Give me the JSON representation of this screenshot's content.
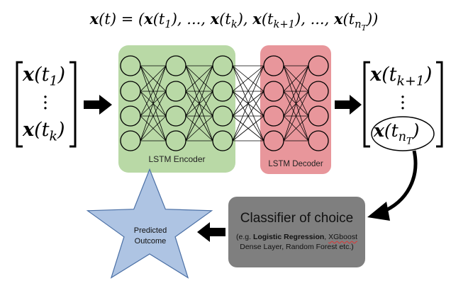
{
  "title_equation": {
    "lhs": "x(t) = (",
    "items": [
      "x(t",
      "1",
      "), ..., x(t",
      "k",
      "), x(t",
      "k+1",
      "), ..., x(t",
      "n",
      "T",
      "))"
    ]
  },
  "input_vector": {
    "top": "x(t",
    "top_sub": "1",
    "bottom": "x(t",
    "bottom_sub": "k",
    "dots": "⋮"
  },
  "output_vector": {
    "top": "x(t",
    "top_sub": "k+1",
    "bottom": "x(t",
    "bottom_sub": "n",
    "bottom_subsub": "T",
    "dots": "⋮"
  },
  "encoder": {
    "label": "LSTM Encoder",
    "color": "#b9d9a6",
    "layers": [
      4,
      4,
      4
    ]
  },
  "decoder": {
    "label": "LSTM Decoder",
    "color": "#e8969b",
    "layers": [
      4,
      4
    ]
  },
  "classifier": {
    "title": "Classifier of choice",
    "examples_prefix": "(e.g. ",
    "bold1": "Logistic Regression",
    "sep": ", ",
    "underlined": "XGboost",
    "line2": "Dense Layer, Random Forest etc.)",
    "color": "#7f7f7f"
  },
  "outcome": {
    "line1": "Predicted",
    "line2": "Outcome",
    "color": "#aec4e3"
  }
}
